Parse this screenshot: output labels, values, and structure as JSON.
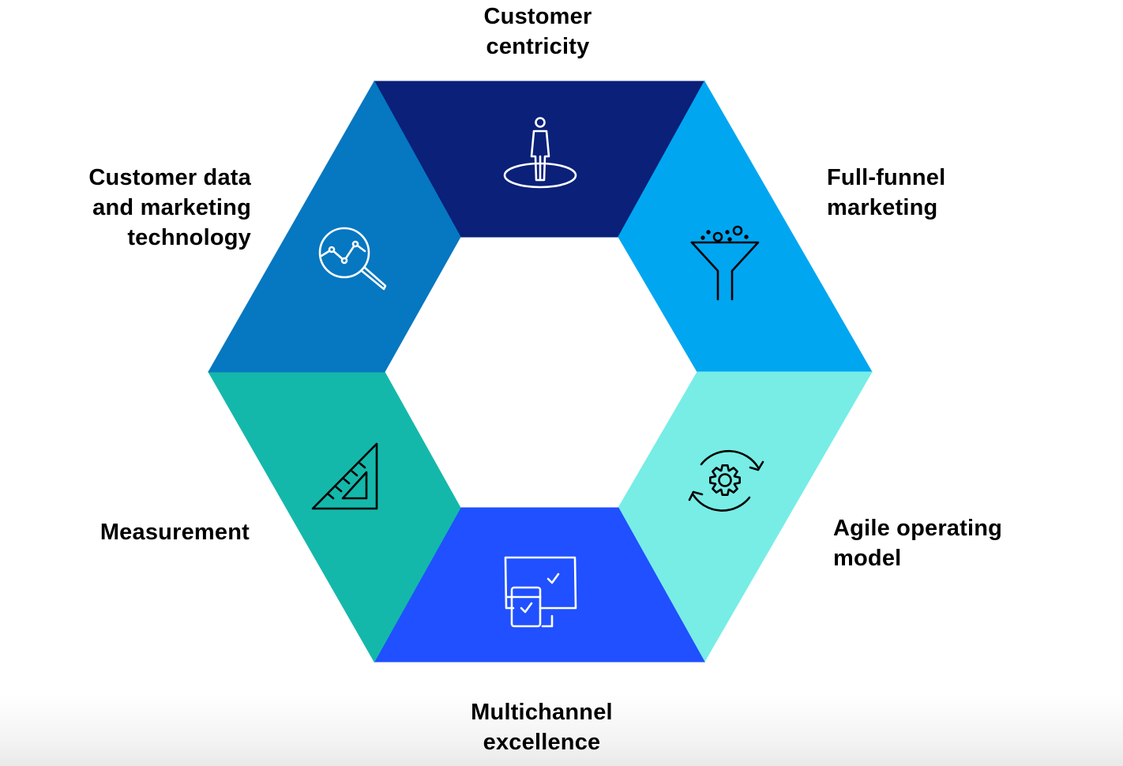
{
  "segments": [
    {
      "id": "customer-centricity",
      "label_lines": [
        "Customer",
        "centricity"
      ],
      "color": "#0a2079",
      "icon": "person-on-target-icon",
      "icon_color": "#ffffff"
    },
    {
      "id": "full-funnel-marketing",
      "label_lines": [
        "Full-funnel",
        "marketing"
      ],
      "color": "#01a6f1",
      "icon": "funnel-icon",
      "icon_color": "#000000"
    },
    {
      "id": "agile-operating-model",
      "label_lines": [
        "Agile operating",
        "model"
      ],
      "color": "#77ede6",
      "icon": "gear-cycle-icon",
      "icon_color": "#000000"
    },
    {
      "id": "multichannel-excellence",
      "label_lines": [
        "Multichannel",
        "excellence"
      ],
      "color": "#2050ff",
      "icon": "devices-check-icon",
      "icon_color": "#ffffff"
    },
    {
      "id": "measurement",
      "label_lines": [
        "Measurement"
      ],
      "color": "#14b8aa",
      "icon": "set-square-ruler-icon",
      "icon_color": "#000000"
    },
    {
      "id": "customer-data-and-marketing-technology",
      "label_lines": [
        "Customer data",
        "and marketing",
        "technology"
      ],
      "color": "#0677c1",
      "icon": "analytics-magnifier-icon",
      "icon_color": "#ffffff"
    }
  ],
  "background": "#ffffff"
}
